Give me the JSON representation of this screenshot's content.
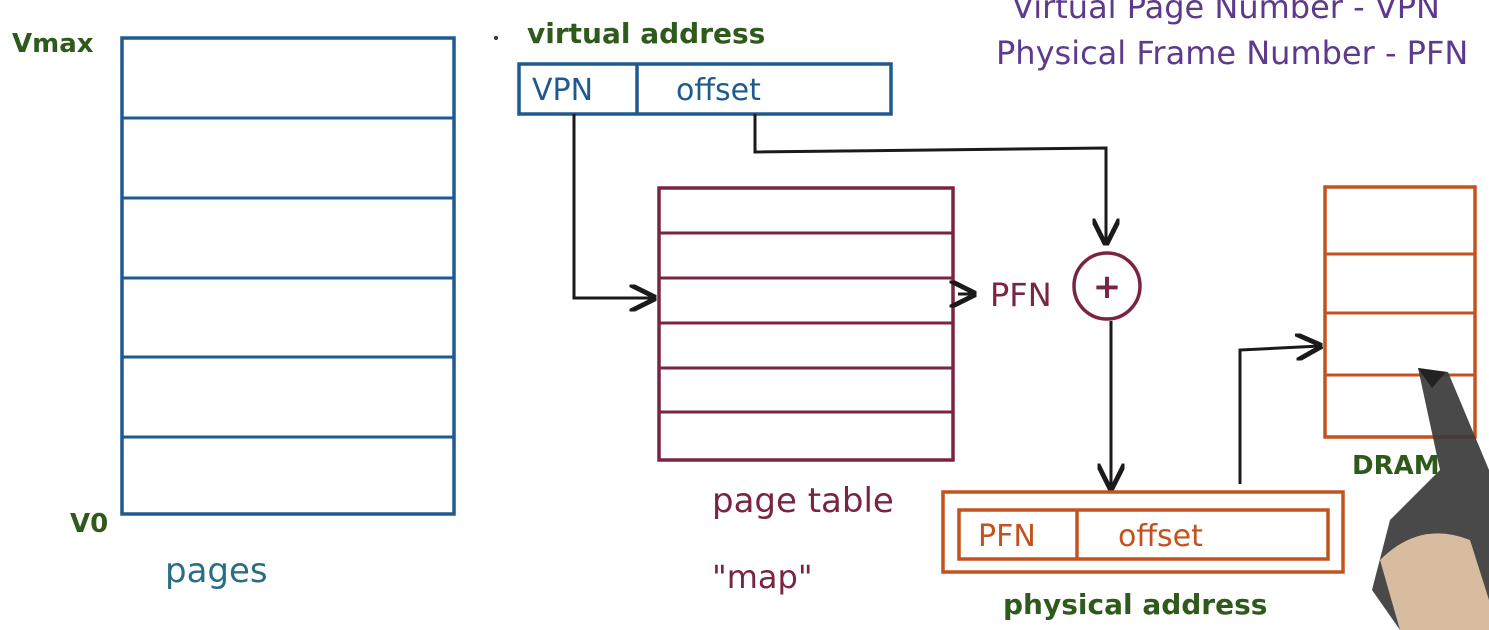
{
  "colors": {
    "pages_blue": "#1f5a8f",
    "table_maroon": "#7a2540",
    "dram_orange": "#c4521f",
    "arrow_black": "#1a1a1a",
    "label_green": "#2e5a1c",
    "hand_teal": "#2a6e86",
    "note_purple": "#5e3a8c"
  },
  "labels": {
    "vmax": "Vmax",
    "v0": "V0",
    "pages": "pages",
    "virtual_address": "virtual address",
    "vpn": "VPN",
    "offset_virtual": "offset",
    "pfn_output": "PFN",
    "plus": "+",
    "page_table": "page table",
    "map": "\"map\"",
    "pfn_physical": "PFN",
    "offset_physical": "offset",
    "physical_address": "physical address",
    "dram": "DRAM",
    "note_line1": "Virtual Page Number - VPN",
    "note_line2": "Physical Frame Number - PFN"
  },
  "structure": {
    "pages_rows": 6,
    "page_table_rows": 6,
    "dram_rows": 4
  }
}
